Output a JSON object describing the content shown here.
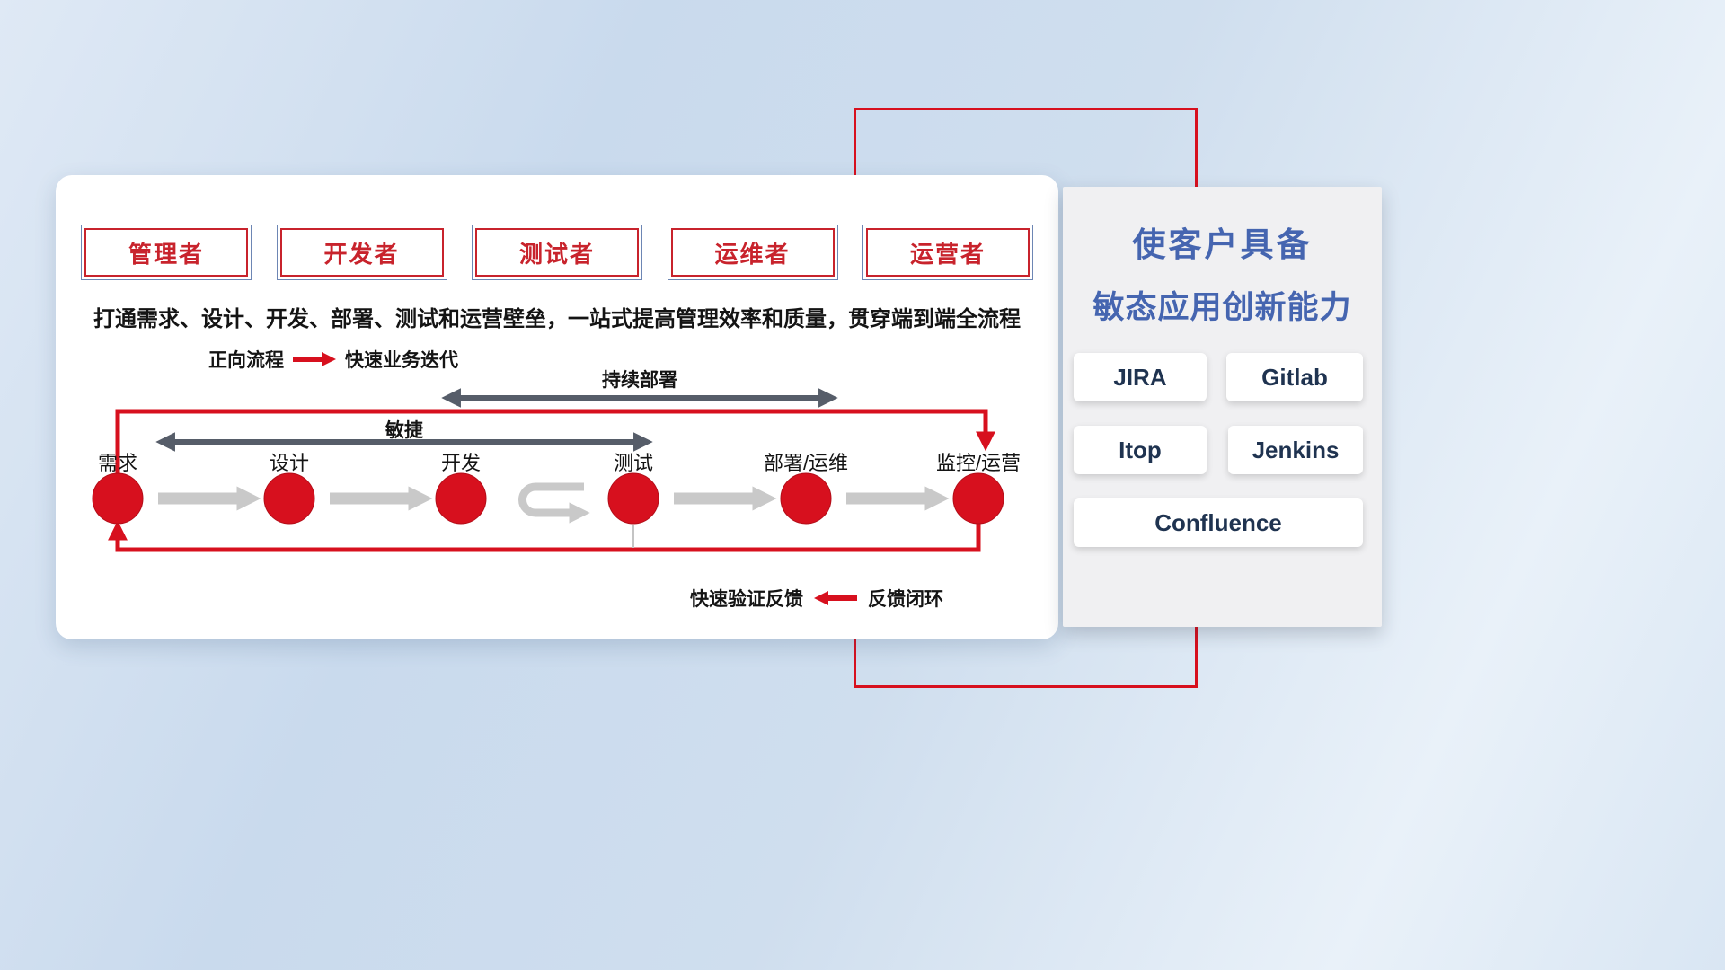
{
  "roles": [
    {
      "label": "管理者"
    },
    {
      "label": "开发者"
    },
    {
      "label": "测试者"
    },
    {
      "label": "运维者"
    },
    {
      "label": "运营者"
    }
  ],
  "subtitle": "打通需求、设计、开发、部署、测试和运营壁垒，一站式提高管理效率和质量，贯穿端到端全流程",
  "legends": {
    "forward_label": "正向流程",
    "forward_desc": "快速业务迭代",
    "feedback_label": "快速验证反馈",
    "feedback_desc": "反馈闭环"
  },
  "flow": {
    "continuous_deploy_label": "持续部署",
    "agile_label": "敏捷",
    "stages": [
      "需求",
      "设计",
      "开发",
      "测试",
      "部署/运维",
      "监控/运营"
    ]
  },
  "right_panel": {
    "title_line1": "使客户具备",
    "title_line2": "敏态应用创新能力",
    "tools": [
      "JIRA",
      "Gitlab",
      "Itop",
      "Jenkins",
      "Confluence"
    ]
  },
  "colors": {
    "accent_red": "#d7101e",
    "role_border_red": "#c8232c",
    "role_border_blue": "#6d86b4",
    "title_blue": "#4565b0",
    "dark_arrow": "#565d69",
    "light_arrow": "#c9c9c9",
    "tool_text": "#1f3350"
  }
}
